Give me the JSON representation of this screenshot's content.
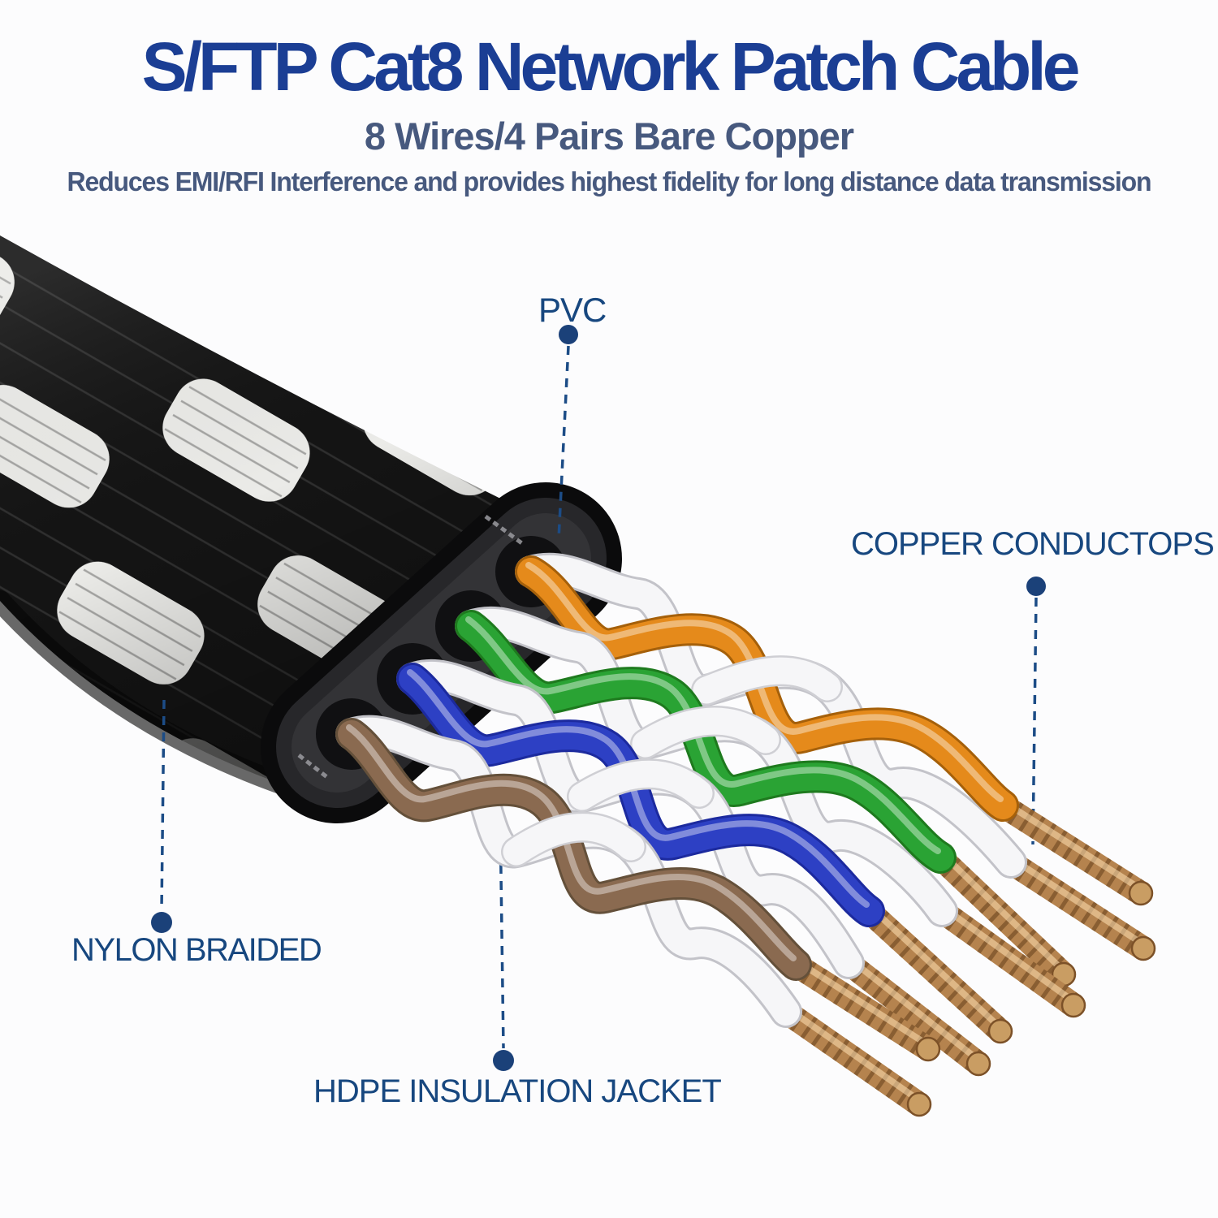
{
  "page": {
    "background": "#fcfcfd"
  },
  "header": {
    "title": "S/FTP Cat8 Network Patch Cable",
    "title_color": "#1b3e94",
    "subtitle": "8 Wires/4 Pairs Bare Copper",
    "description": "Reduces EMI/RFI Interference and provides highest fidelity for long distance data transmission",
    "subtitle_color": "#47597e"
  },
  "callouts": {
    "line_color": "#1c4c86",
    "dot_color": "#1b4179",
    "label_color": "#17477f",
    "pvc": {
      "label": "PVC"
    },
    "copper": {
      "label": "COPPER CONDUCTOPS"
    },
    "nylon": {
      "label": "NYLON BRAIDED"
    },
    "hdpe": {
      "label": "HDPE INSULATION JACKET"
    }
  },
  "illustration": {
    "braid_black": "#141414",
    "braid_white": "#ebebe8",
    "jacket_color": "#27272a",
    "hole_color": "#101012",
    "copper_color": "#b5834e",
    "wire_colors": {
      "orange": "#e58a1b",
      "green": "#2aa334",
      "blue": "#2d40c4",
      "brown": "#8a6a50",
      "white": "#f6f6f8"
    }
  }
}
